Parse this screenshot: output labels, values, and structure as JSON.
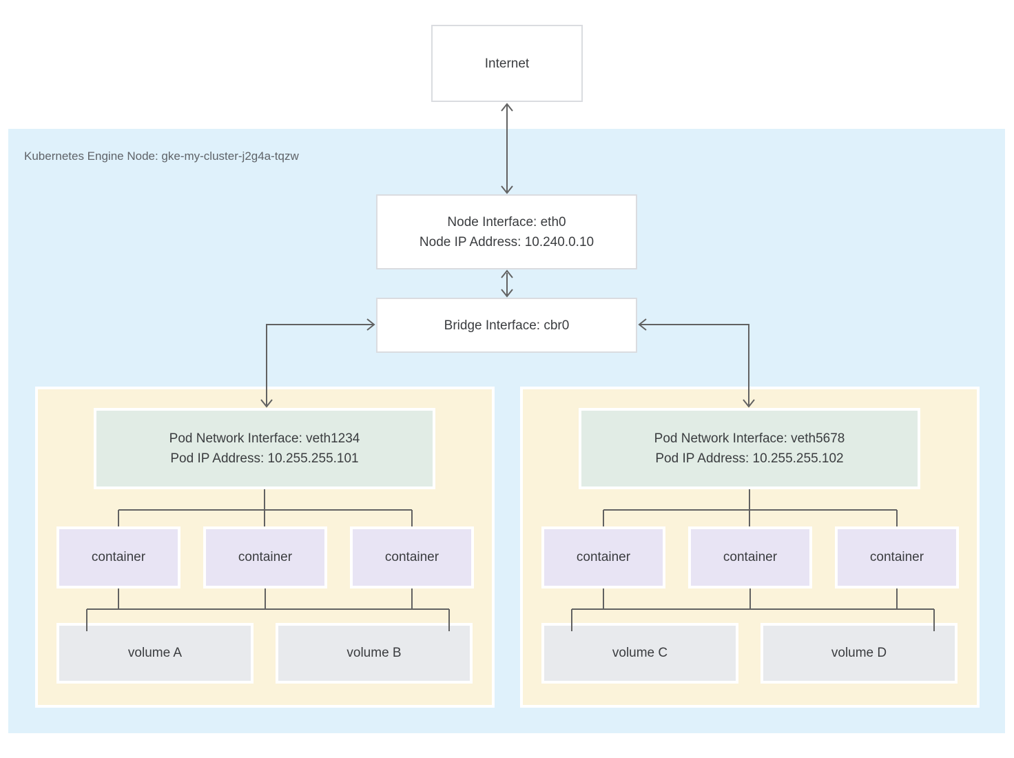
{
  "internet": {
    "label": "Internet"
  },
  "node": {
    "label": "Kubernetes Engine Node: gke-my-cluster-j2g4a-tqzw",
    "interface": {
      "line1": "Node Interface: eth0",
      "line2": "Node IP Address: 10.240.0.10"
    },
    "bridge_label": "Bridge Interface: cbr0",
    "pods": [
      {
        "interface": {
          "line1": "Pod Network Interface: veth1234",
          "line2": "Pod IP Address: 10.255.255.101"
        },
        "containers": [
          "container",
          "container",
          "container"
        ],
        "volumes": [
          "volume A",
          "volume B"
        ]
      },
      {
        "interface": {
          "line1": "Pod Network Interface: veth5678",
          "line2": "Pod IP Address: 10.255.255.102"
        },
        "containers": [
          "container",
          "container",
          "container"
        ],
        "volumes": [
          "volume C",
          "volume D"
        ]
      }
    ]
  },
  "colors": {
    "node_bg": "#dff1fb",
    "pod_bg": "#fbf3da",
    "pod_interface_bg": "#e1ece5",
    "container_bg": "#e8e4f4",
    "volume_bg": "#e8eaed",
    "box_border": "#dadce0",
    "line": "#616161",
    "text_dark": "#3a3c3f",
    "text_muted": "#5f6368",
    "box_bg": "#ffffff"
  }
}
